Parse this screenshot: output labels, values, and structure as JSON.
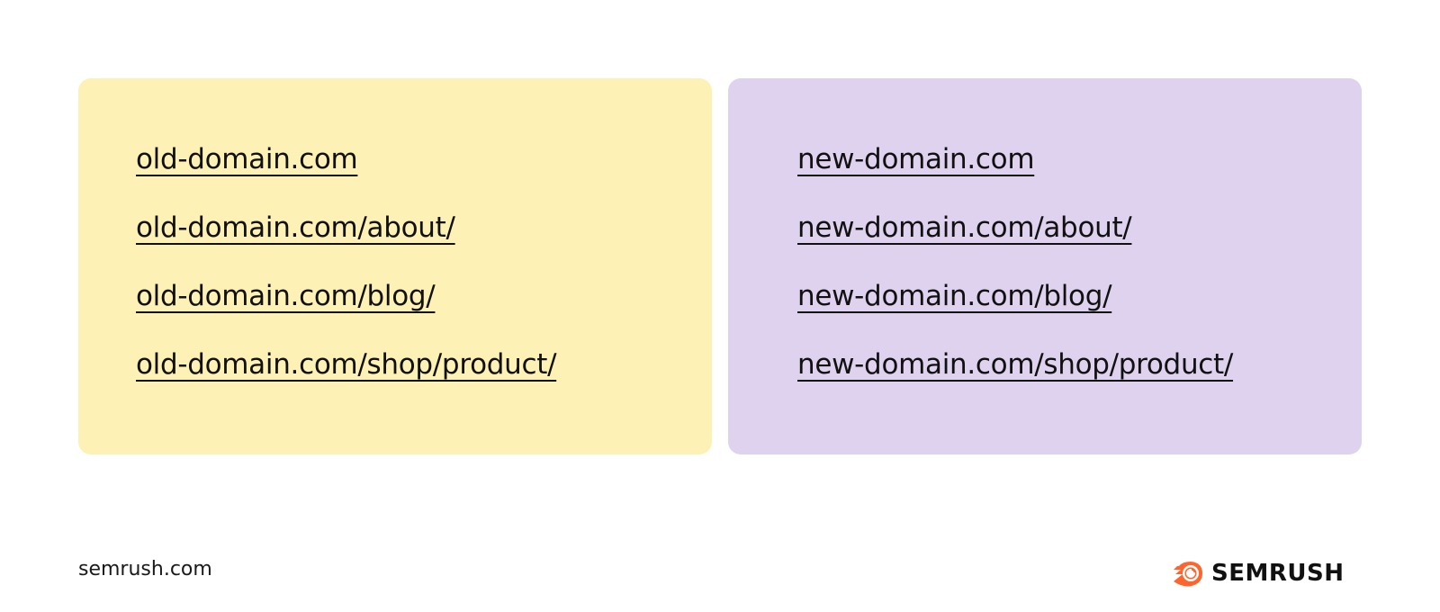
{
  "old_panel": {
    "color": "#FEF1B5",
    "urls": [
      "old-domain.com",
      "old-domain.com/about/",
      "old-domain.com/blog/",
      "old-domain.com/shop/product/"
    ]
  },
  "new_panel": {
    "color": "#DFD2EE",
    "urls": [
      "new-domain.com",
      "new-domain.com/about/",
      "new-domain.com/blog/",
      "new-domain.com/shop/product/"
    ]
  },
  "footer": {
    "site": "semrush.com",
    "logo_text": "SEMRUSH",
    "logo_icon": "semrush-fireball-icon",
    "brand_color": "#FF642D"
  }
}
